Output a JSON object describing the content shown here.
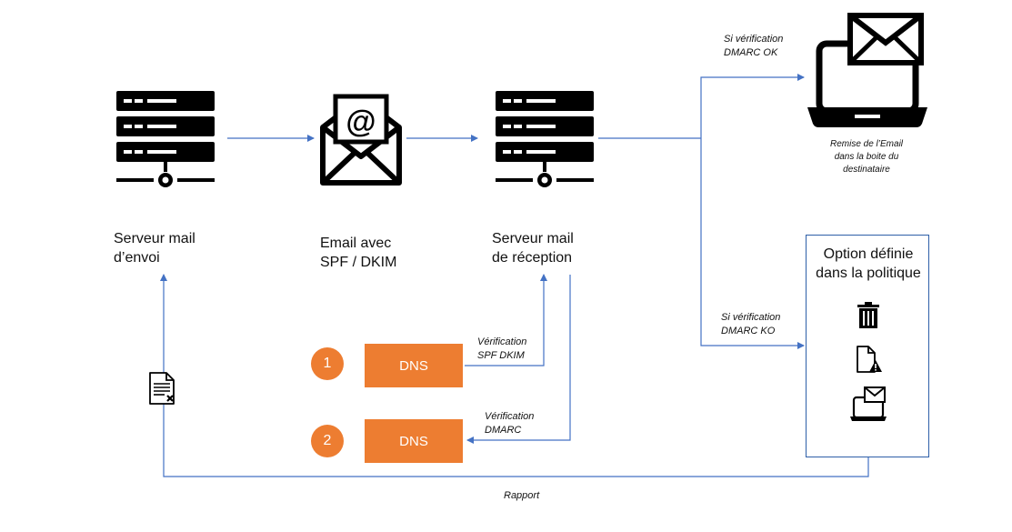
{
  "nodes": {
    "sender_server": "Serveur mail\nd’envoi",
    "email": "Email avec\nSPF / DKIM",
    "receiver_server": "Serveur mail\nde réception",
    "delivery": "Remise de l’Email\ndans la boite du\ndestinataire",
    "option": "Option définie\ndans la politique"
  },
  "dns": [
    {
      "number": "1",
      "label": "DNS",
      "check": "Vérification\nSPF DKIM"
    },
    {
      "number": "2",
      "label": "DNS",
      "check": "Vérification\nDMARC"
    }
  ],
  "branches": {
    "ok": "Si vérification\nDMARC OK",
    "ko": "Si vérification\nDMARC KO"
  },
  "report": "Rapport",
  "icons": [
    "server-icon",
    "email-envelope-icon",
    "laptop-mail-icon",
    "trash-icon",
    "document-warning-icon",
    "small-laptop-mail-icon",
    "report-document-icon"
  ],
  "colors": {
    "arrow": "#4472c4",
    "dns": "#ed7d31",
    "icon": "#000000"
  }
}
